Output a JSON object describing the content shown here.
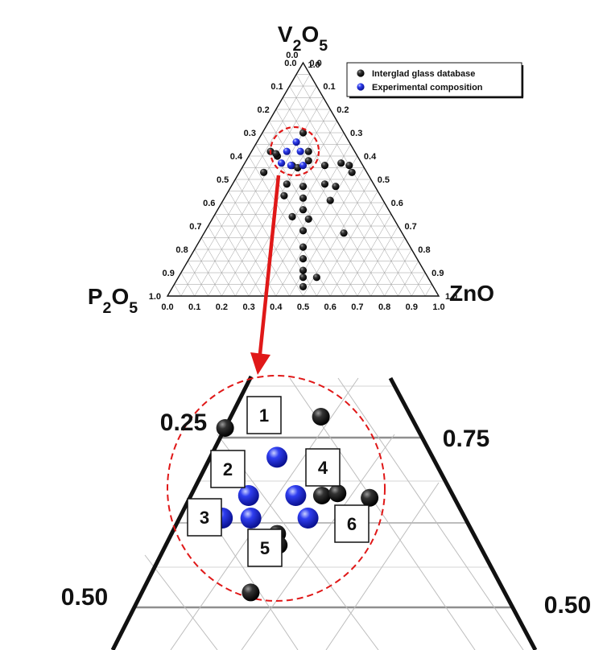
{
  "chart_data": [
    {
      "type": "scatter",
      "subtype": "ternary",
      "axes": {
        "top": {
          "label": "V2O5",
          "ticks": [
            "0.0",
            "0.1",
            "0.2",
            "0.3",
            "0.4",
            "0.5",
            "0.6",
            "0.7",
            "0.8",
            "0.9",
            "1.0"
          ]
        },
        "right": {
          "label": "ZnO",
          "ticks": [
            "1.0",
            "0.9",
            "0.8",
            "0.7",
            "0.6",
            "0.5",
            "0.4",
            "0.3",
            "0.2",
            "0.1",
            "0.0"
          ]
        },
        "left": {
          "label": "P2O5"
        },
        "bottom_ticks": [
          "0.0",
          "0.1",
          "0.2",
          "0.3",
          "0.4",
          "0.5",
          "0.6",
          "0.7",
          "0.8",
          "0.9",
          "1.0"
        ]
      },
      "grid": true,
      "legend_position": "top-right",
      "legend": [
        {
          "label": "Interglad glass database",
          "color": "#111111"
        },
        {
          "label": "Experimental composition",
          "color": "#1f2ed8"
        }
      ],
      "series": [
        {
          "name": "Interglad glass database",
          "points": [
            {
              "x": 0.5,
              "y": 0.7
            },
            {
              "x": 0.38,
              "y": 0.62
            },
            {
              "x": 0.405,
              "y": 0.6
            },
            {
              "x": 0.355,
              "y": 0.53
            },
            {
              "x": 0.52,
              "y": 0.62
            },
            {
              "x": 0.46,
              "y": 0.56
            },
            {
              "x": 0.48,
              "y": 0.55
            },
            {
              "x": 0.52,
              "y": 0.58
            },
            {
              "x": 0.4,
              "y": 0.61
            },
            {
              "x": 0.58,
              "y": 0.56
            },
            {
              "x": 0.64,
              "y": 0.57
            },
            {
              "x": 0.67,
              "y": 0.56
            },
            {
              "x": 0.68,
              "y": 0.53
            },
            {
              "x": 0.44,
              "y": 0.48
            },
            {
              "x": 0.5,
              "y": 0.47
            },
            {
              "x": 0.58,
              "y": 0.48
            },
            {
              "x": 0.62,
              "y": 0.47
            },
            {
              "x": 0.43,
              "y": 0.43
            },
            {
              "x": 0.5,
              "y": 0.42
            },
            {
              "x": 0.5,
              "y": 0.37
            },
            {
              "x": 0.6,
              "y": 0.41
            },
            {
              "x": 0.52,
              "y": 0.33
            },
            {
              "x": 0.46,
              "y": 0.34
            },
            {
              "x": 0.5,
              "y": 0.28
            },
            {
              "x": 0.5,
              "y": 0.21
            },
            {
              "x": 0.5,
              "y": 0.16
            },
            {
              "x": 0.5,
              "y": 0.11
            },
            {
              "x": 0.5,
              "y": 0.08
            },
            {
              "x": 0.55,
              "y": 0.08
            },
            {
              "x": 0.5,
              "y": 0.04
            },
            {
              "x": 0.65,
              "y": 0.27
            }
          ]
        },
        {
          "name": "Experimental composition",
          "points": [
            {
              "x": 0.475,
              "y": 0.66
            },
            {
              "x": 0.44,
              "y": 0.62
            },
            {
              "x": 0.49,
              "y": 0.62
            },
            {
              "x": 0.42,
              "y": 0.57
            },
            {
              "x": 0.455,
              "y": 0.56
            },
            {
              "x": 0.5,
              "y": 0.56
            }
          ]
        }
      ]
    },
    {
      "type": "scatter",
      "subtype": "ternary-zoom",
      "tick_labels": {
        "left_upper": "0.25",
        "right_upper": "0.75",
        "left_lower": "0.50",
        "right_lower": "0.50"
      },
      "numbered_boxes": [
        "1",
        "2",
        "3",
        "4",
        "5",
        "6"
      ],
      "series": [
        {
          "name": "Interglad glass database",
          "points": [
            {
              "x": 0.5,
              "y": 0.9
            },
            {
              "x": 0.0,
              "y": 0.85
            },
            {
              "x": 0.1,
              "y": 0.7
            },
            {
              "x": 0.5,
              "y": 0.55
            },
            {
              "x": 0.56,
              "y": 0.56
            },
            {
              "x": 0.68,
              "y": 0.54
            },
            {
              "x": 0.35,
              "y": 0.38
            },
            {
              "x": 0.36,
              "y": 0.33
            },
            {
              "x": 0.3,
              "y": 0.12
            }
          ]
        },
        {
          "name": "Experimental composition",
          "points": [
            {
              "x": 0.3,
              "y": 0.72
            },
            {
              "x": 0.22,
              "y": 0.55
            },
            {
              "x": 0.4,
              "y": 0.55
            },
            {
              "x": 0.15,
              "y": 0.45
            },
            {
              "x": 0.25,
              "y": 0.45
            },
            {
              "x": 0.45,
              "y": 0.45
            }
          ]
        }
      ]
    }
  ]
}
